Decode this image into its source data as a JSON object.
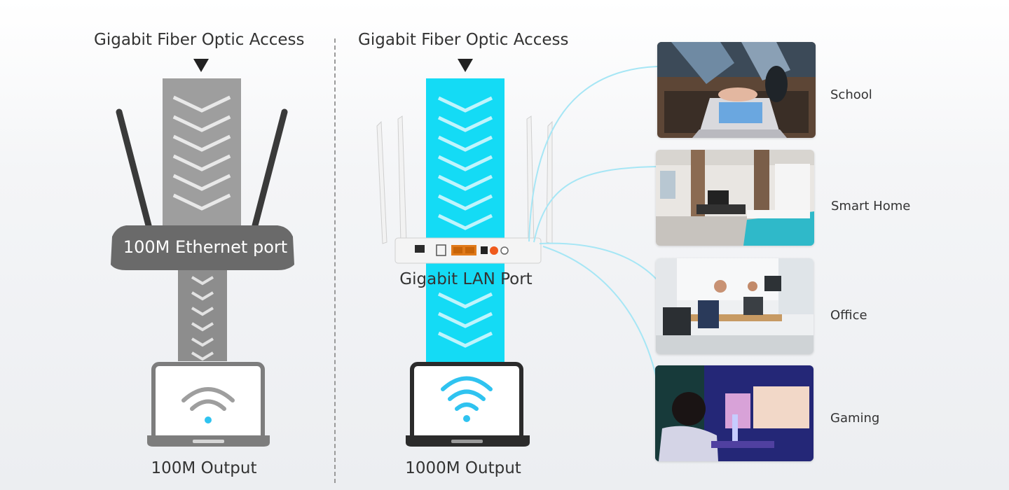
{
  "left_panel": {
    "top_label": "Gigabit Fiber Optic Access",
    "router_label": "100M Ethernet port",
    "output_label": "100M Output"
  },
  "right_panel": {
    "top_label": "Gigabit Fiber Optic Access",
    "port_label": "Gigabit LAN Port",
    "output_label": "1000M Output"
  },
  "scenarios": [
    {
      "label": "School"
    },
    {
      "label": "Smart Home"
    },
    {
      "label": "Office"
    },
    {
      "label": "Gaming"
    }
  ],
  "colors": {
    "old_stream": "#9e9e9e",
    "new_stream": "#14dbf5",
    "wifi_accent": "#2fc3f0",
    "connector": "#a6e6f5"
  }
}
